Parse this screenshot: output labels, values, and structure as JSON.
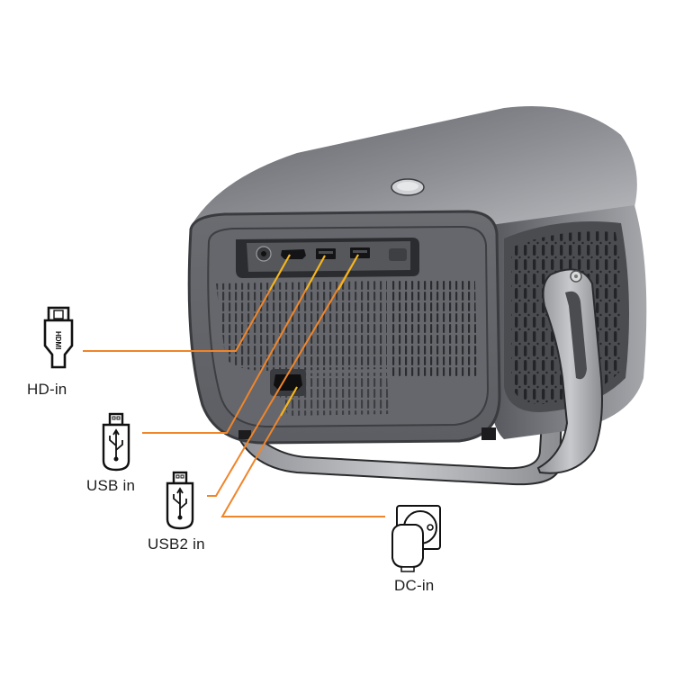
{
  "diagram": {
    "subject": "Portable projector rear I/O panel",
    "accent_line_color": "#f0852a",
    "secondary_line_color": "#f5b81c",
    "device_body_color": "#6d6f74",
    "callouts": [
      {
        "id": "hdmi",
        "label": "HD-in",
        "icon": "hdmi-plug-icon",
        "icon_text": "HDMI",
        "port": "HDMI port"
      },
      {
        "id": "usb1",
        "label": "USB in",
        "icon": "usb-stick-icon",
        "port": "USB port 1"
      },
      {
        "id": "usb2",
        "label": "USB2 in",
        "icon": "usb-stick-icon",
        "port": "USB port 2"
      },
      {
        "id": "dc",
        "label": "DC-in",
        "icon": "power-plug-socket-icon",
        "port": "AC power inlet"
      }
    ],
    "ports_on_panel": [
      "3.5mm audio jack",
      "HDMI",
      "USB",
      "USB",
      "IR sensor"
    ]
  }
}
